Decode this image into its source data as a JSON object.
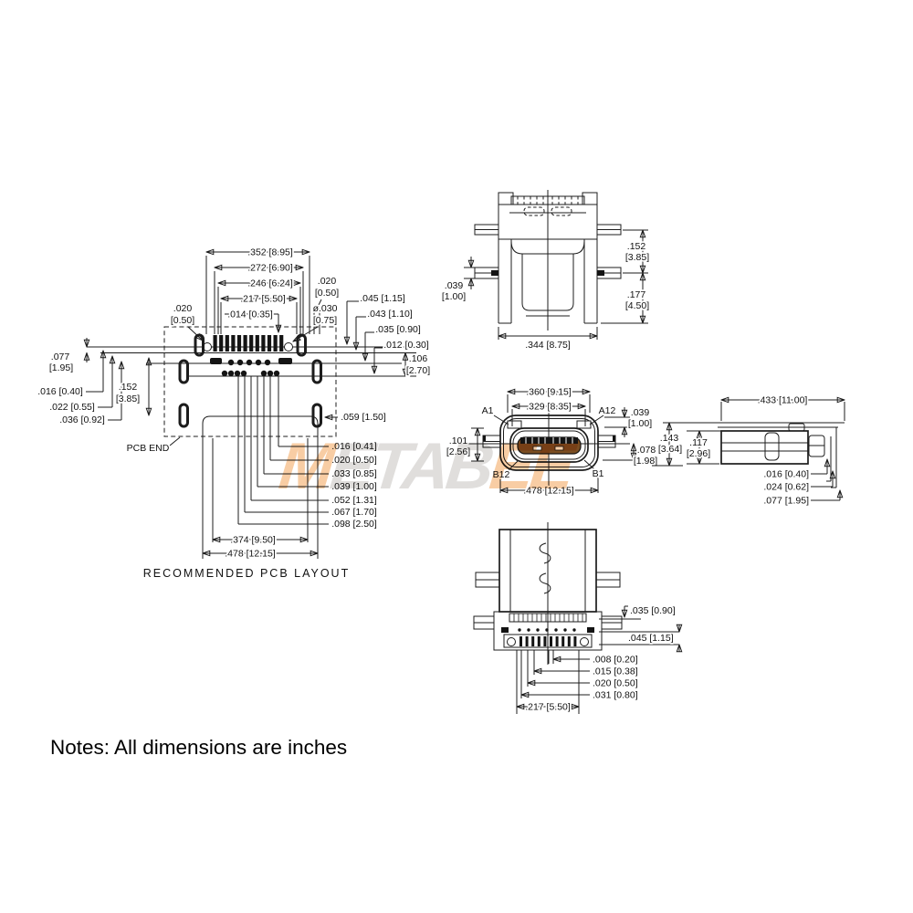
{
  "notes": "Notes: All dimensions are inches",
  "watermark": {
    "seg1": "M",
    "seg2": "ETAB",
    "seg3": "EE",
    "color_orange": "#ef8f35",
    "color_gray": "#b9b5b2"
  },
  "pcb_layout": {
    "title": "RECOMMENDED PCB LAYOUT",
    "pcb_end": "PCB END",
    "dims": {
      "w352": ".352 [8.95]",
      "w272": ".272 [6.90]",
      "w246": ".246 [6.24]",
      "w217": ".217 [5.50]",
      "w014": ".014 [0.35]",
      "g020r_in": ".020",
      "g020r_mm": "[0.50]",
      "d030_in": "ø.030",
      "d030_mm": "[0.75]",
      "g020l_in": ".020",
      "g020l_mm": "[0.50]",
      "h045": ".045 [1.15]",
      "h043": ".043 [1.10]",
      "h035": ".035 [0.90]",
      "h012": ".012 [0.30]",
      "h106_in": ".106",
      "h106_mm": "[2.70]",
      "v077_in": ".077",
      "v077_mm": "[1.95]",
      "v152_in": ".152",
      "v152_mm": "[3.85]",
      "v016": ".016 [0.40]",
      "v022": ".022 [0.55]",
      "v036": ".036 [0.92]",
      "o059": ".059 [1.50]",
      "b016": ".016 [0.41]",
      "b020": ".020 [0.50]",
      "b033": ".033 [0.85]",
      "b039": ".039 [1.00]",
      "b052": ".052 [1.31]",
      "b067": ".067 [1.70]",
      "b098": ".098 [2.50]",
      "b374": ".374 [9.50]",
      "b478": ".478 [12.15]"
    }
  },
  "end_view": {
    "dims": {
      "l039_in": ".039",
      "l039_mm": "[1.00]",
      "r152_in": ".152",
      "r152_mm": "[3.85]",
      "r177_in": ".177",
      "r177_mm": "[4.50]",
      "w344": ".344 [8.75]"
    }
  },
  "front_view": {
    "pins": {
      "a1": "A1",
      "a12": "A12",
      "b12": "B12",
      "b1": "B1"
    },
    "dims": {
      "w360": ".360 [9.15]",
      "w329": ".329 [8.35]",
      "h101_in": ".101",
      "h101_mm": "[2.56]",
      "w478": ".478 [12.15]",
      "r039_in": ".039",
      "r039_mm": "[1.00]",
      "r078_in": ".078",
      "r078_mm": "[1.98]"
    }
  },
  "side_view": {
    "dims": {
      "w433": ".433 [11.00]",
      "h143_in": ".143",
      "h143_mm": "[3.64]",
      "h117_in": ".117",
      "h117_mm": "[2.96]",
      "p016": ".016 [0.40]",
      "p024": ".024 [0.62]",
      "p077": ".077 [1.95]"
    }
  },
  "bottom_view": {
    "dims": {
      "r035": ".035 [0.90]",
      "r045": ".045 [1.15]",
      "b008": ".008 [0.20]",
      "b015": ".015 [0.38]",
      "b020": ".020 [0.50]",
      "b031": ".031 [0.80]",
      "b217": ".217 [5.50]"
    }
  }
}
